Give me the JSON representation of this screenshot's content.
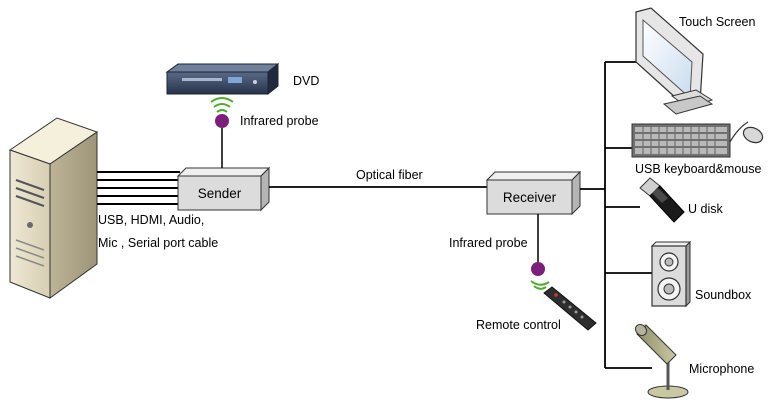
{
  "diagram": {
    "source_cables_label_line1": "USB, HDMI, Audio,",
    "source_cables_label_line2": "Mic , Serial port cable",
    "sender_label": "Sender",
    "receiver_label": "Receiver",
    "link_label": "Optical fiber",
    "dvd_label": "DVD",
    "sender_probe_label": "Infrared probe",
    "receiver_probe_label": "Infrared probe",
    "remote_label": "Remote control",
    "outputs": [
      {
        "label": "Touch Screen",
        "icon": "monitor-icon"
      },
      {
        "label": "USB keyboard&mouse",
        "icon": "keyboard-mouse-icon"
      },
      {
        "label": "U disk",
        "icon": "usb-drive-icon"
      },
      {
        "label": "Soundbox",
        "icon": "speaker-icon"
      },
      {
        "label": "Microphone",
        "icon": "microphone-icon"
      }
    ]
  },
  "colors": {
    "box_fill": "#dcdcdc",
    "probe": "#7b1f7a",
    "signal": "#4caf2a",
    "line": "#000000"
  }
}
